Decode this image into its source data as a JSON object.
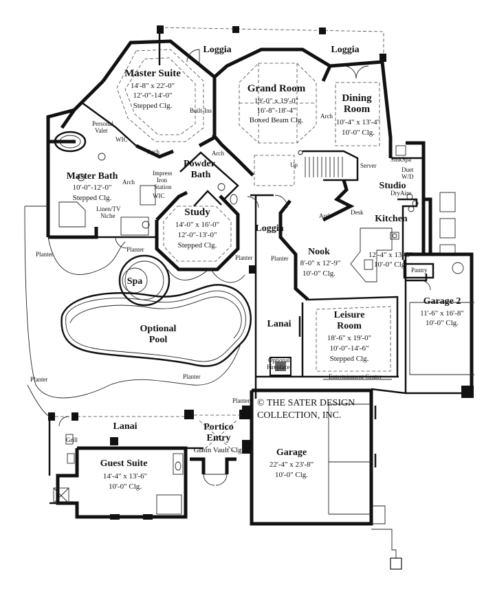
{
  "rooms": {
    "master_suite": {
      "name": "Master Suite",
      "size": "14'-8\" x 22'-0\"",
      "ceiling": "12'-0\"-14'-0\"",
      "ceiling_type": "Stepped Clg."
    },
    "grand_room": {
      "name": "Grand Room",
      "size": "19'-0\" x 19'-0\"",
      "ceiling": "16'-8\"-18'-4\"",
      "ceiling_type": "Boxed Beam Clg."
    },
    "dining_room": {
      "name1": "Dining",
      "name2": "Room",
      "size": "10'-4\" x 13'-4\"",
      "ceiling": "10'-0\" Clg."
    },
    "master_bath": {
      "name": "Master Bath",
      "size": "10'-0\"-12'-0\"",
      "ceiling_type": "Stepped Clg."
    },
    "powder_bath": {
      "name1": "Powder",
      "name2": "Bath"
    },
    "study": {
      "name": "Study",
      "size": "14'-0\" x 16'-0\"",
      "ceiling": "12'-0\"-13'-0\"",
      "ceiling_type": "Stepped Clg."
    },
    "studio": {
      "name": "Studio"
    },
    "kitchen": {
      "name": "Kitchen",
      "size": "12'-4\" x 13'-8\"",
      "ceiling": "10'-0\" Clg."
    },
    "nook": {
      "name": "Nook",
      "size": "8'-0\" x 12'-9\"",
      "ceiling": "10'-0\" Clg."
    },
    "leisure_room": {
      "name1": "Leisure",
      "name2": "Room",
      "size": "18'-6\" x 19'-0\"",
      "ceiling": "10'-0\"-14'-6\"",
      "ceiling_type": "Stepped Clg."
    },
    "garage_2": {
      "name": "Garage 2",
      "size": "11'-6\" x 16'-8\"",
      "ceiling": "10'-0\" Clg."
    },
    "optional_pool": {
      "name1": "Optional",
      "name2": "Pool"
    },
    "spa": {
      "name": "Spa"
    },
    "guest_suite": {
      "name": "Guest Suite",
      "size": "14'-4\" x 13'-6\"",
      "ceiling": "10'-0\" Clg."
    },
    "portico_entry": {
      "name1": "Portico",
      "name2": "Entry",
      "ceiling": "Groin Vault Clg."
    },
    "garage": {
      "name": "Garage",
      "size": "22'-4\" x 23'-8\"",
      "ceiling": "10'-0\" Clg."
    }
  },
  "labels": {
    "loggia": "Loggia",
    "lanai": "Lanai",
    "planter": "Planter",
    "arch": "Arch",
    "built_ins": "Built-Ins",
    "personal_valet1": "Personal",
    "personal_valet2": "Valet",
    "wic": "WIC",
    "impress1": "Impress",
    "impress2": "Iron",
    "impress3": "Station",
    "linen1": "Linen/TV",
    "linen2": "Niche",
    "up": "Up",
    "server": "Server",
    "desk": "Desk",
    "sink_spa": "SinkSpa",
    "duet": "Duet",
    "wd": "W/D",
    "dry_aire": "DryAire",
    "pantry": "Pantry",
    "optional_fireplace1": "Optional",
    "optional_fireplace2": "Fireplace",
    "entertainment_center": "Entertainment Center",
    "grill": "Grill"
  },
  "copyright": {
    "line1": "© THE SATER DESIGN",
    "line2": "COLLECTION, INC."
  }
}
